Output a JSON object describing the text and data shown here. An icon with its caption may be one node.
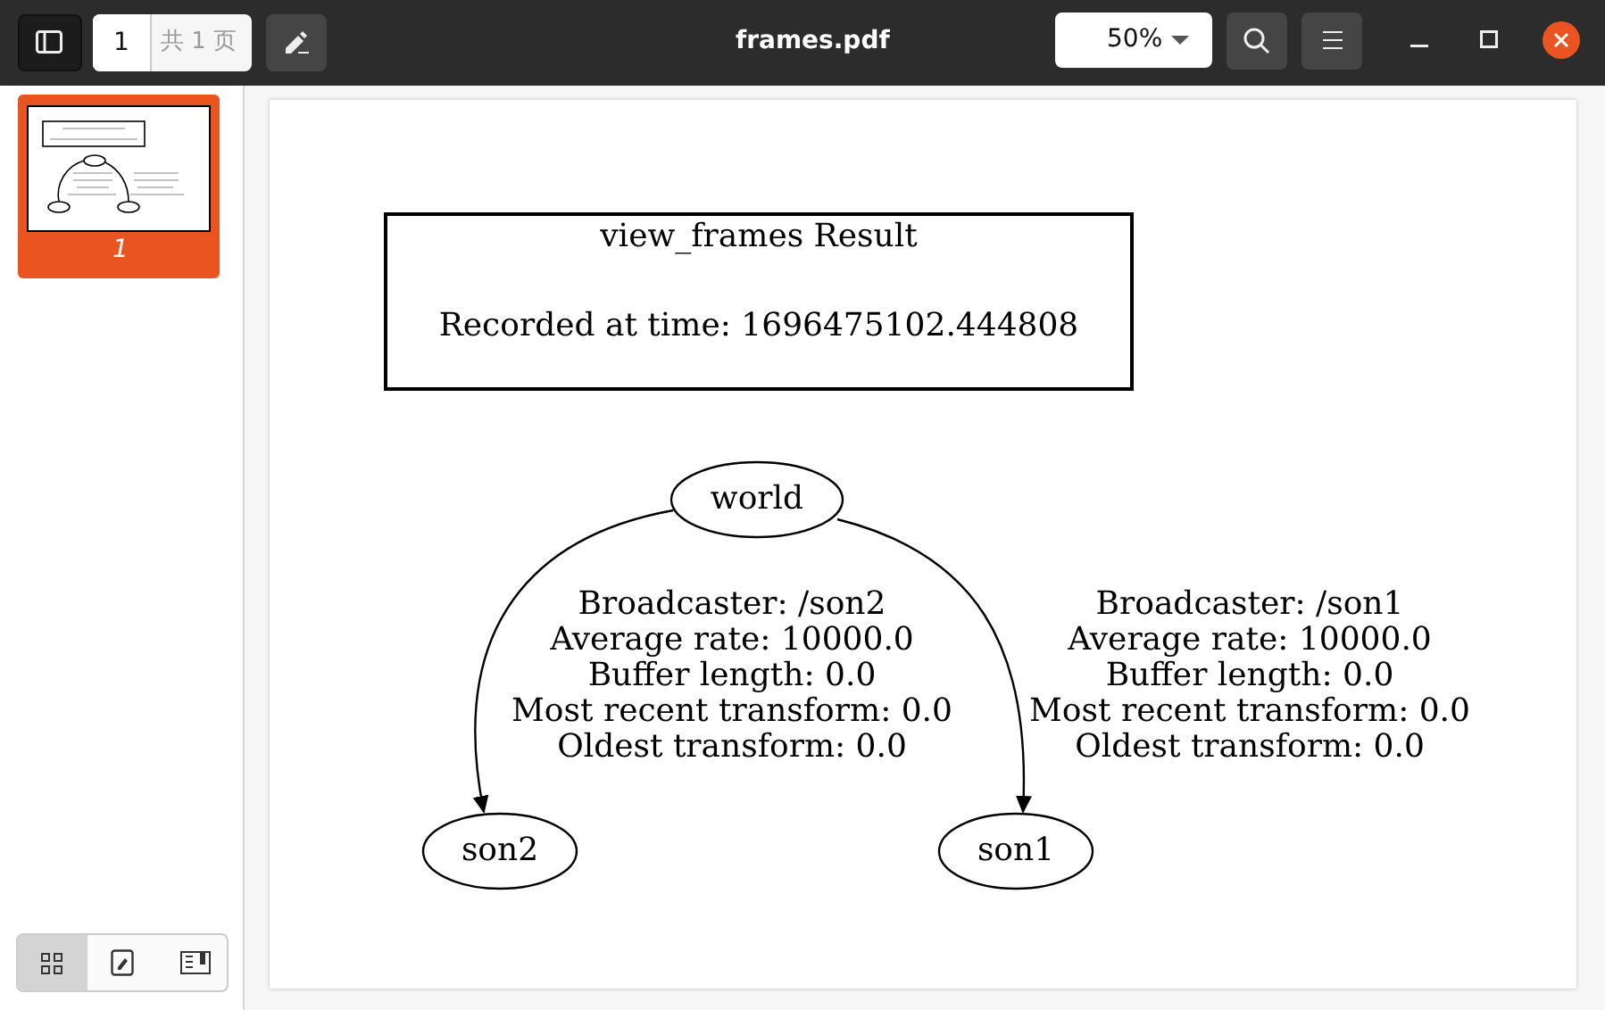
{
  "diagram": {
    "nodes": [
      {
        "text": [
          "view_frames Result",
          "Recorded at time: 1696475102.444808"
        ]
      },
      {
        "text": [
          "world"
        ]
      },
      {
        "text": [
          "son2"
        ]
      },
      {
        "text": [
          "son1"
        ]
      }
    ],
    "edges": [
      {
        "from": 1,
        "to": 2,
        "arrow": "to",
        "label": "Broadcaster: /son2 Average rate: 10000.0 Buffer length: 0.0 Most recent transform: 0.0 Oldest transform: 0.0"
      },
      {
        "from": 1,
        "to": 3,
        "arrow": "to",
        "label": "Broadcaster: /son1 Average rate: 10000.0 Buffer length: 0.0 Most recent transform: 0.0 Oldest transform: 0.0"
      }
    ],
    "labels": [
      "1",
      "共 1 页",
      "frames.pdf",
      "50%",
      "1"
    ]
  }
}
